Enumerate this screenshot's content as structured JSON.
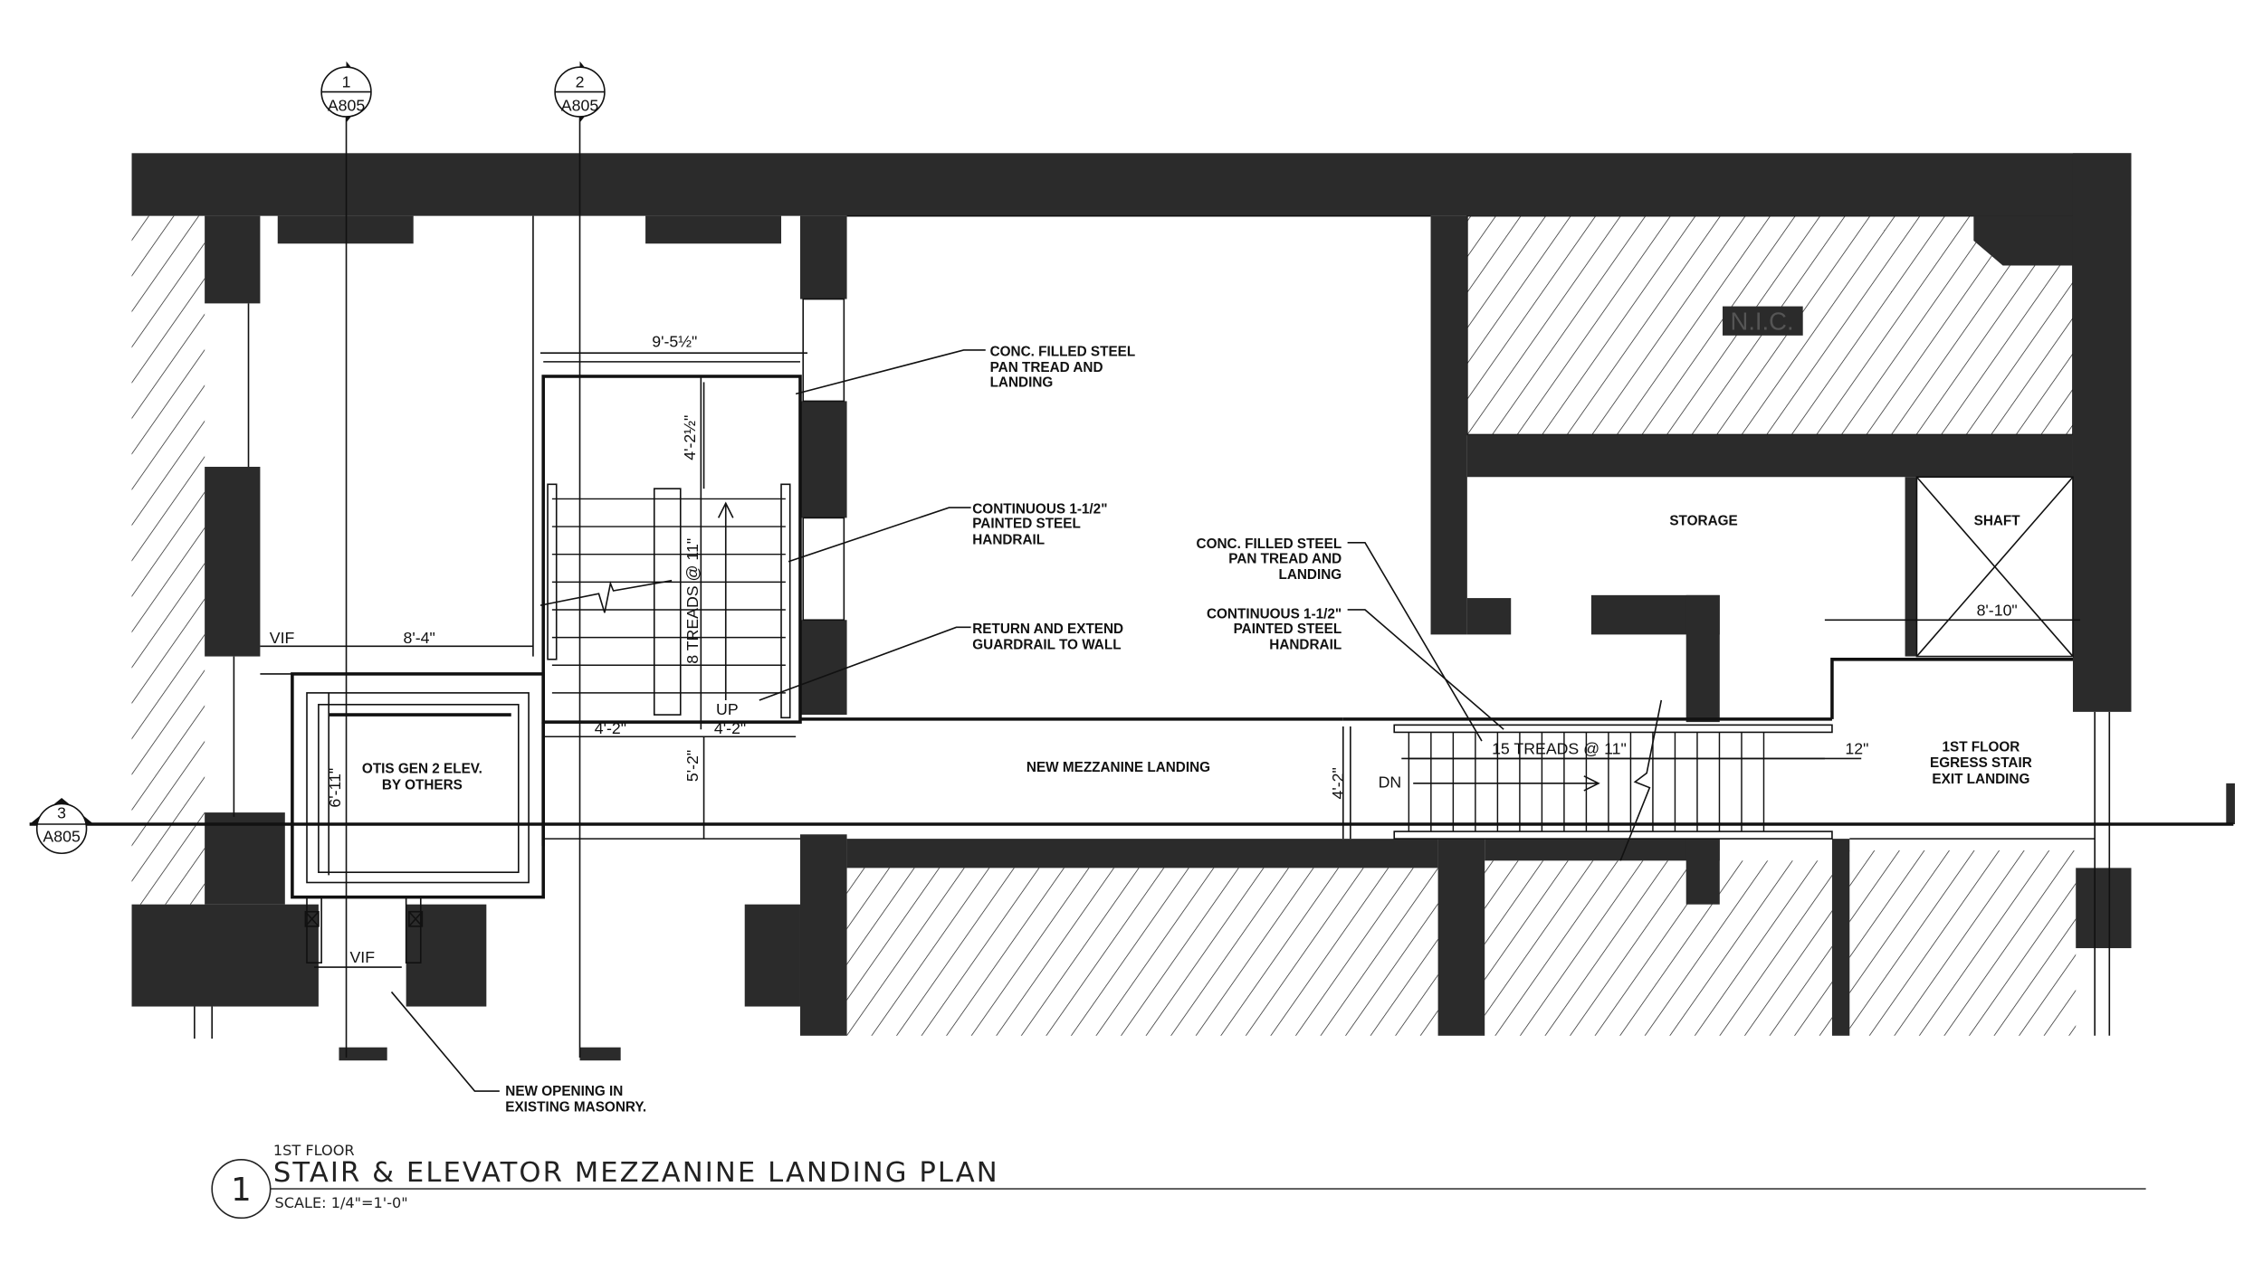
{
  "colors": {
    "wall": "#2b2b2b",
    "line": "#111111",
    "background": "#ffffff"
  },
  "section_markers": [
    {
      "number": "1",
      "sheet": "A805"
    },
    {
      "number": "2",
      "sheet": "A805"
    },
    {
      "number": "3",
      "sheet": "A805"
    }
  ],
  "rooms": {
    "nic": "N.I.C.",
    "storage": "STORAGE",
    "shaft": "SHAFT",
    "elevator": [
      "OTIS GEN 2 ELEV.",
      "BY OTHERS"
    ],
    "landing": "NEW MEZZANINE LANDING",
    "egress": [
      "1ST FLOOR",
      "EGRESS STAIR",
      "EXIT LANDING"
    ]
  },
  "notes": {
    "tread1": [
      "CONC. FILLED STEEL",
      "PAN TREAD AND",
      "LANDING"
    ],
    "handrail1": [
      "CONTINUOUS 1-1/2\"",
      "PAINTED STEEL",
      "HANDRAIL"
    ],
    "guardrail": [
      "RETURN AND EXTEND",
      "GUARDRAIL TO WALL"
    ],
    "tread2": [
      "CONC. FILLED STEEL",
      "PAN TREAD AND",
      "LANDING"
    ],
    "handrail2": [
      "CONTINUOUS 1-1/2\"",
      "PAINTED STEEL",
      "HANDRAIL"
    ],
    "opening": [
      "NEW OPENING IN",
      "EXISTING MASONRY."
    ]
  },
  "dimensions": {
    "stair_width": "9'-5½\"",
    "landing_depth": "4'-2½\"",
    "treads1": "8 TREADS @ 11\"",
    "up": "UP",
    "vif1": "VIF",
    "elev_width": "8'-4\"",
    "run_left": "4'-2\"",
    "run_right": "4'-2\"",
    "landing_height": "5'-2\"",
    "elev_depth": "6'-11\"",
    "vif2": "VIF",
    "stair2_width": "4'-2\"",
    "dn": "DN",
    "treads2": "15 TREADS @ 11\"",
    "nosing": "12\"",
    "shaft_width": "8'-10\""
  },
  "title_block": {
    "number": "1",
    "subtitle": "1ST FLOOR",
    "title": "STAIR & ELEVATOR MEZZANINE LANDING PLAN",
    "scale": "SCALE: 1/4\"=1'-0\""
  }
}
